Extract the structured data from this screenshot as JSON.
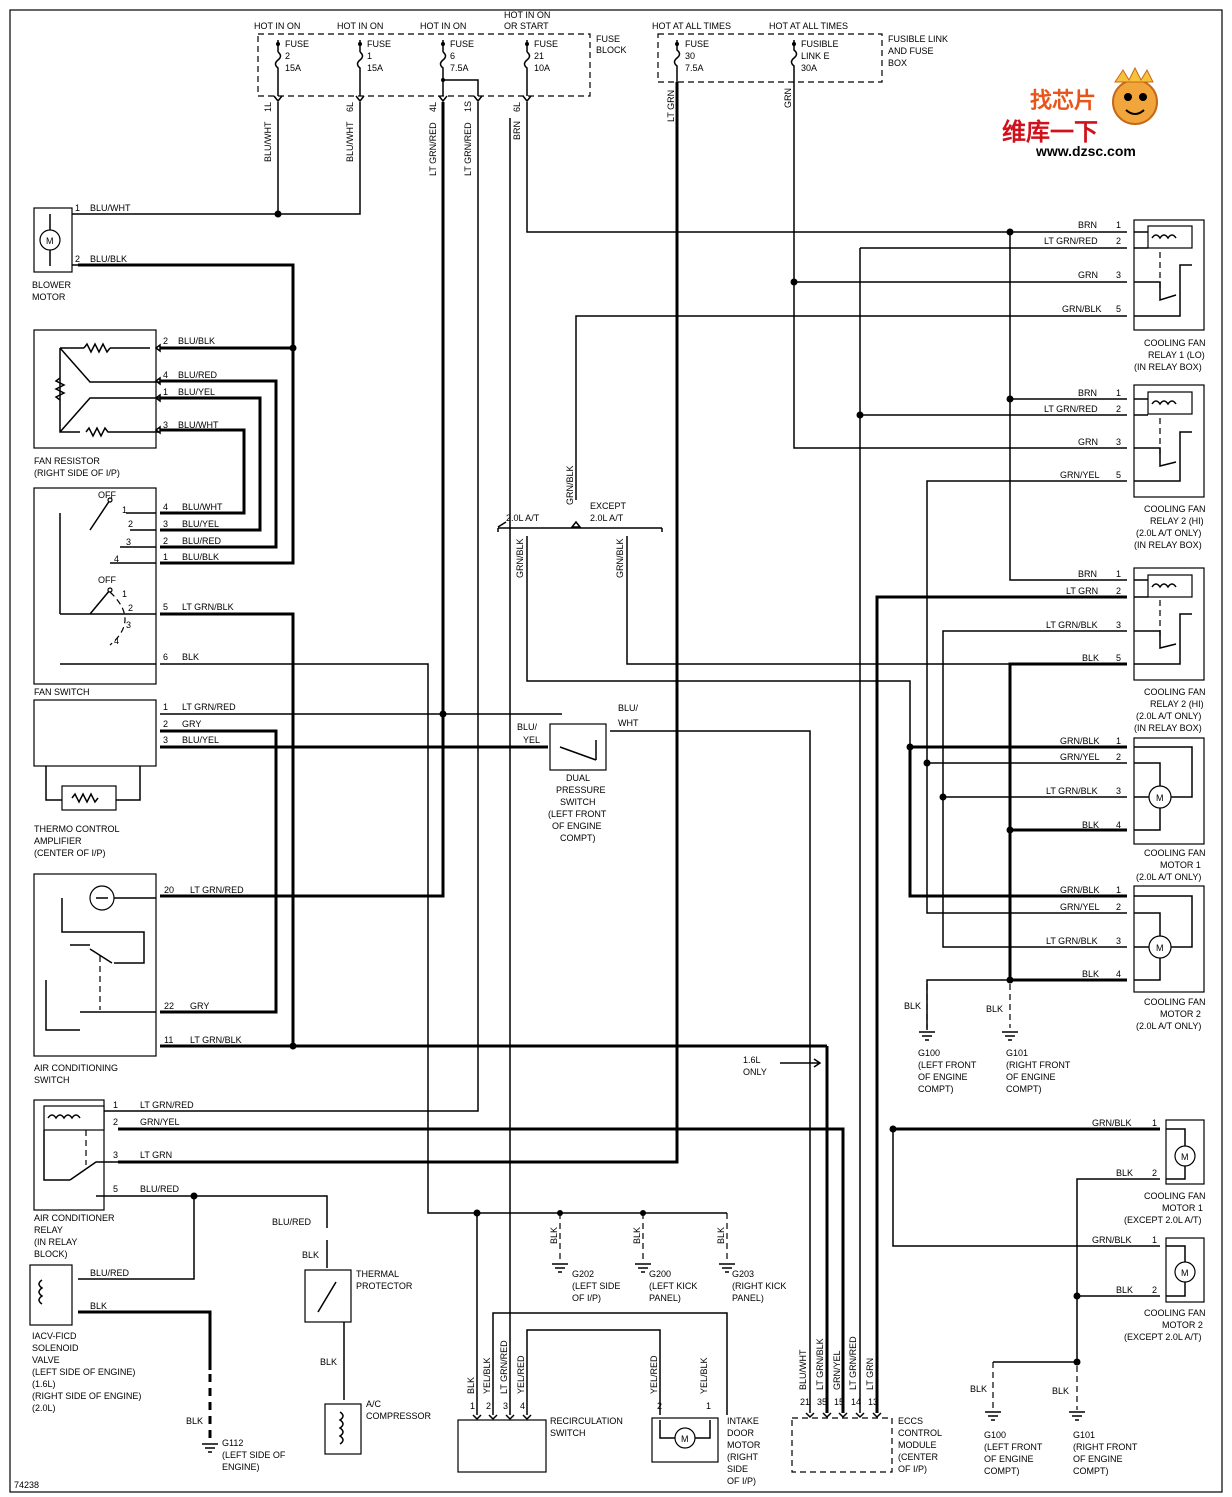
{
  "fuse_block": {
    "hot": [
      "HOT IN ON",
      "HOT IN ON",
      "HOT IN ON",
      "HOT IN ON",
      "OR START",
      "HOT AT ALL TIMES",
      "HOT AT ALL TIMES"
    ],
    "fuses": [
      {
        "label": "FUSE",
        "num": "2",
        "amp": "15A"
      },
      {
        "label": "FUSE",
        "num": "1",
        "amp": "15A"
      },
      {
        "label": "FUSE",
        "num": "6",
        "amp": "7.5A"
      },
      {
        "label": "FUSE",
        "num": "21",
        "amp": "10A"
      },
      {
        "label": "FUSE",
        "num": "30",
        "amp": "7.5A"
      },
      {
        "label": "FUSIBLE",
        "num": "LINK E",
        "amp": "30A"
      }
    ],
    "block_label": [
      "FUSE",
      "BLOCK"
    ],
    "link_label": [
      "FUSIBLE LINK",
      "AND FUSE",
      "BOX"
    ],
    "pins": [
      "1L",
      "6L",
      "4L",
      "1S",
      "6L"
    ]
  },
  "wire_colors": {
    "blu_wht": "BLU/WHT",
    "blu_blk": "BLU/BLK",
    "blu_red": "BLU/RED",
    "blu_yel": "BLU/YEL",
    "lt_grn_red": "LT GRN/RED",
    "lt_grn_blk": "LT GRN/BLK",
    "lt_grn": "LT GRN",
    "grn": "GRN",
    "grn_blk": "GRN/BLK",
    "grn_yel": "GRN/YEL",
    "gry": "GRY",
    "blk": "BLK",
    "brn": "BRN",
    "yel_blk": "YEL/BLK",
    "yel_red": "YEL/RED",
    "blu": "BLU/",
    "yel": "YEL",
    "wht": "WHT"
  },
  "components": {
    "blower_motor": [
      "BLOWER",
      "MOTOR"
    ],
    "fan_resistor": [
      "FAN RESISTOR",
      "(RIGHT SIDE OF I/P)"
    ],
    "fan_switch": "FAN SWITCH",
    "off": "OFF",
    "thermo_amp": [
      "THERMO CONTROL",
      "AMPLIFIER",
      "(CENTER OF I/P)"
    ],
    "ac_switch": [
      "AIR CONDITIONING",
      "SWITCH"
    ],
    "ac_relay": [
      "AIR CONDITIONER",
      "RELAY",
      "(IN RELAY",
      "BLOCK)"
    ],
    "iacv": [
      "IACV-FICD",
      "SOLENOID",
      "VALVE",
      "(LEFT SIDE OF ENGINE)",
      "(1.6L)",
      "(RIGHT SIDE OF ENGINE)",
      "(2.0L)"
    ],
    "g112": [
      "G112",
      "(LEFT SIDE OF",
      "ENGINE)"
    ],
    "thermal_protector": [
      "THERMAL",
      "PROTECTOR"
    ],
    "ac_compressor": [
      "A/C",
      "COMPRESSOR"
    ],
    "dual_pressure": [
      "DUAL",
      "PRESSURE",
      "SWITCH",
      "(LEFT FRONT",
      "OF ENGINE",
      "COMPT)"
    ],
    "recirc_switch": [
      "RECIRCULATION",
      "SWITCH"
    ],
    "intake_door": [
      "INTAKE",
      "DOOR",
      "MOTOR",
      "(RIGHT",
      "SIDE",
      "OF I/P)"
    ],
    "eccs": [
      "ECCS",
      "CONTROL",
      "MODULE",
      "(CENTER",
      "OF I/P)"
    ],
    "g202": [
      "G202",
      "(LEFT SIDE",
      "OF I/P)"
    ],
    "g200": [
      "G200",
      "(LEFT KICK",
      "PANEL)"
    ],
    "g203": [
      "G203",
      "(RIGHT KICK",
      "PANEL)"
    ],
    "relay1": [
      "COOLING FAN",
      "RELAY 1 (LO)",
      "(IN RELAY BOX)"
    ],
    "relay2a": [
      "COOLING FAN",
      "RELAY 2 (HI)",
      "(2.0L A/T ONLY)",
      "(IN RELAY BOX)"
    ],
    "relay2b": [
      "COOLING FAN",
      "RELAY 2 (HI)",
      "(2.0L A/T ONLY)",
      "(IN RELAY BOX)"
    ],
    "motor1a": [
      "COOLING FAN",
      "MOTOR 1",
      "(2.0L A/T ONLY)"
    ],
    "motor2a": [
      "COOLING FAN",
      "MOTOR 2",
      "(2.0L A/T ONLY)"
    ],
    "motor1b": [
      "COOLING FAN",
      "MOTOR 1",
      "(EXCEPT 2.0L A/T)"
    ],
    "motor2b": [
      "COOLING FAN",
      "MOTOR 2",
      "(EXCEPT 2.0L A/T)"
    ],
    "g100": [
      "G100",
      "(LEFT FRONT",
      "OF ENGINE",
      "COMPT)"
    ],
    "g101": [
      "G101",
      "(RIGHT FRONT",
      "OF ENGINE",
      "COMPT)"
    ],
    "at_20l": "2.0L A/T",
    "except": [
      "EXCEPT",
      "2.0L A/T"
    ],
    "only_16l": [
      "1.6L",
      "ONLY"
    ],
    "motor_m": "M"
  },
  "pin_numbers": {
    "eccs": [
      "21",
      "35",
      "15",
      "14",
      "13"
    ],
    "recirc": [
      "1",
      "2",
      "3",
      "4"
    ],
    "intake": [
      "2",
      "1"
    ]
  },
  "footer": {
    "id": "74238"
  },
  "watermark": {
    "top": "找芯片",
    "mid": "维库一下",
    "url": "www.dzsc.com"
  }
}
